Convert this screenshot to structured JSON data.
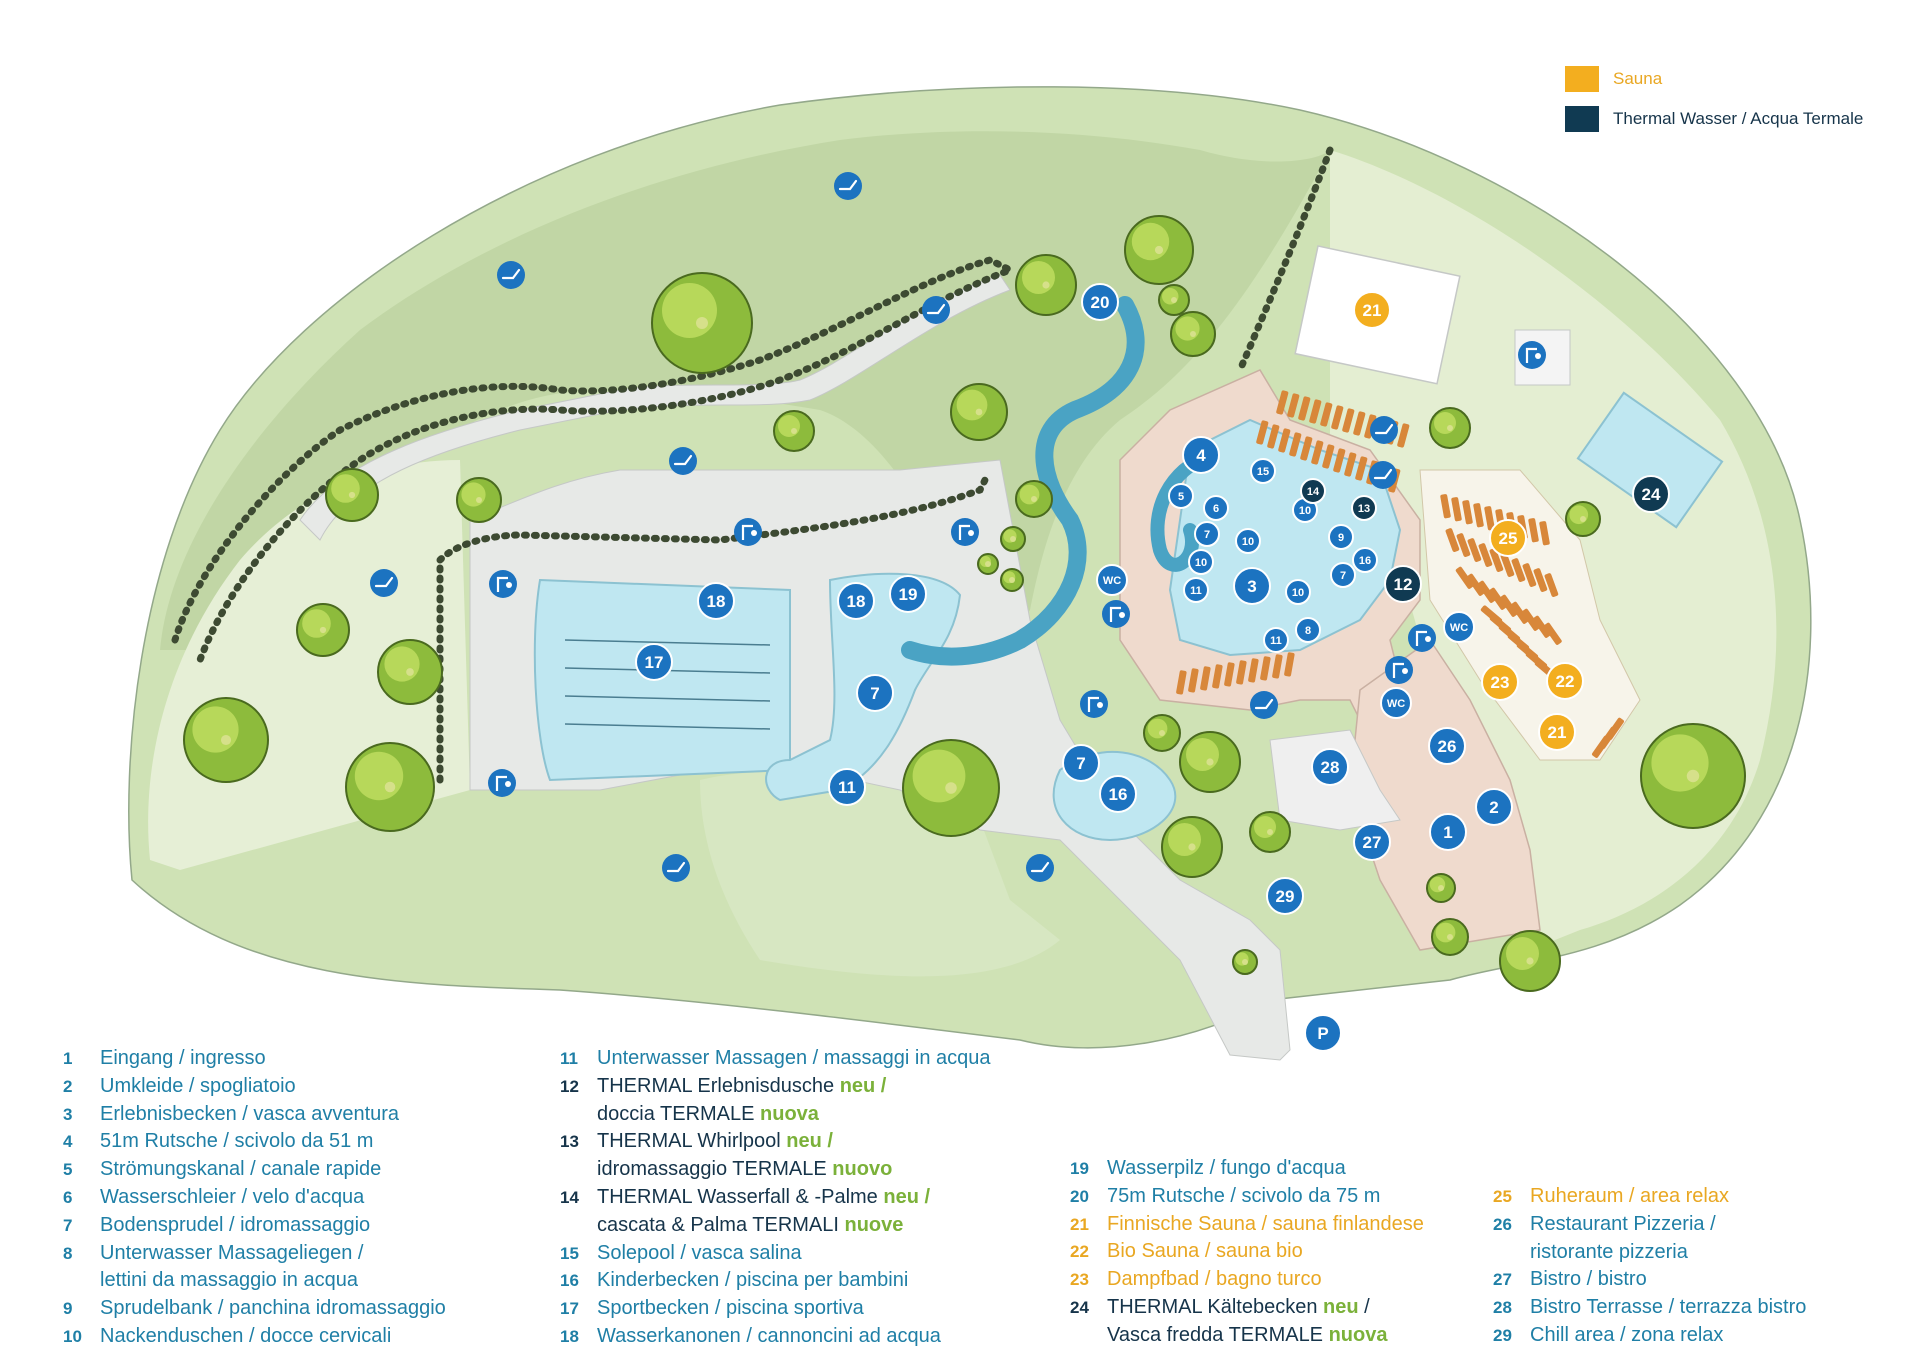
{
  "colors": {
    "sauna": "#f3ae1f",
    "thermal": "#103a52",
    "pool_marker": "#1c73c0",
    "key_text": "#1f7fa6",
    "key_new": "#7bb13a",
    "grass_dark": "#c4d9a8",
    "grass_light": "#e3edd0",
    "path": "#e6e8e6",
    "water": "#bde6f0",
    "slide": "#4aa3c4",
    "building": "#efd9cc"
  },
  "legend_top": [
    {
      "label": "Sauna",
      "kind": "sauna"
    },
    {
      "label": "Thermal Wasser / Acqua Termale",
      "kind": "thermal"
    }
  ],
  "map": {
    "markers": [
      {
        "n": "1",
        "kind": "blue",
        "size": "l"
      },
      {
        "n": "2",
        "kind": "blue",
        "size": "l"
      },
      {
        "n": "3",
        "kind": "blue",
        "size": "l"
      },
      {
        "n": "4",
        "kind": "blue",
        "size": "l"
      },
      {
        "n": "5",
        "kind": "blue",
        "size": "s"
      },
      {
        "n": "6",
        "kind": "blue",
        "size": "s"
      },
      {
        "n": "7",
        "kind": "blue",
        "size": "s"
      },
      {
        "n": "7",
        "kind": "blue",
        "size": "s"
      },
      {
        "n": "7",
        "kind": "blue",
        "size": "l"
      },
      {
        "n": "7",
        "kind": "blue",
        "size": "l"
      },
      {
        "n": "8",
        "kind": "blue",
        "size": "s"
      },
      {
        "n": "9",
        "kind": "blue",
        "size": "s"
      },
      {
        "n": "10",
        "kind": "blue",
        "size": "s"
      },
      {
        "n": "10",
        "kind": "blue",
        "size": "s"
      },
      {
        "n": "10",
        "kind": "blue",
        "size": "s"
      },
      {
        "n": "10",
        "kind": "blue",
        "size": "s"
      },
      {
        "n": "11",
        "kind": "blue",
        "size": "s"
      },
      {
        "n": "11",
        "kind": "blue",
        "size": "s"
      },
      {
        "n": "11",
        "kind": "blue",
        "size": "l"
      },
      {
        "n": "12",
        "kind": "thermal",
        "size": "l"
      },
      {
        "n": "13",
        "kind": "thermal",
        "size": "s"
      },
      {
        "n": "14",
        "kind": "thermal",
        "size": "s"
      },
      {
        "n": "15",
        "kind": "blue",
        "size": "s"
      },
      {
        "n": "16",
        "kind": "blue",
        "size": "s"
      },
      {
        "n": "16",
        "kind": "blue",
        "size": "l"
      },
      {
        "n": "17",
        "kind": "blue",
        "size": "l"
      },
      {
        "n": "18",
        "kind": "blue",
        "size": "l"
      },
      {
        "n": "18",
        "kind": "blue",
        "size": "l"
      },
      {
        "n": "19",
        "kind": "blue",
        "size": "l"
      },
      {
        "n": "20",
        "kind": "blue",
        "size": "l"
      },
      {
        "n": "21",
        "kind": "sauna",
        "size": "l"
      },
      {
        "n": "21",
        "kind": "sauna",
        "size": "l"
      },
      {
        "n": "22",
        "kind": "sauna",
        "size": "l"
      },
      {
        "n": "23",
        "kind": "sauna",
        "size": "l"
      },
      {
        "n": "24",
        "kind": "thermal",
        "size": "l"
      },
      {
        "n": "25",
        "kind": "sauna",
        "size": "l"
      },
      {
        "n": "26",
        "kind": "blue",
        "size": "l"
      },
      {
        "n": "27",
        "kind": "blue",
        "size": "l"
      },
      {
        "n": "28",
        "kind": "blue",
        "size": "l"
      },
      {
        "n": "29",
        "kind": "blue",
        "size": "l"
      },
      {
        "n": "P",
        "kind": "blue",
        "size": "l"
      }
    ],
    "wc_label": "WC",
    "icons": {
      "lounger": "sun-lounger-icon",
      "shower": "shower-icon"
    }
  },
  "key_columns": [
    [
      {
        "n": "1",
        "parts": [
          {
            "t": "Eingang / ingresso"
          }
        ]
      },
      {
        "n": "2",
        "parts": [
          {
            "t": "Umkleide / spogliatoio"
          }
        ]
      },
      {
        "n": "3",
        "parts": [
          {
            "t": "Erlebnisbecken / vasca avventura"
          }
        ]
      },
      {
        "n": "4",
        "parts": [
          {
            "t": "51m Rutsche / scivolo da 51 m"
          }
        ]
      },
      {
        "n": "5",
        "parts": [
          {
            "t": "Strömungskanal / canale rapide"
          }
        ]
      },
      {
        "n": "6",
        "parts": [
          {
            "t": "Wasserschleier / velo d'acqua"
          }
        ]
      },
      {
        "n": "7",
        "parts": [
          {
            "t": "Bodensprudel / idromassaggio"
          }
        ]
      },
      {
        "n": "8",
        "parts": [
          {
            "t": "Unterwasser Massageliegen /"
          }
        ],
        "line2": [
          {
            "t": "lettini da massaggio in acqua"
          }
        ]
      },
      {
        "n": "9",
        "parts": [
          {
            "t": "Sprudelbank / panchina idromassaggio"
          }
        ]
      },
      {
        "n": "10",
        "parts": [
          {
            "t": "Nackenduschen / docce cervicali"
          }
        ]
      }
    ],
    [
      {
        "n": "11",
        "parts": [
          {
            "t": "Unterwasser Massagen / massaggi in acqua"
          }
        ]
      },
      {
        "n": "12",
        "style": "dark",
        "parts": [
          {
            "t": "THERMAL Erlebnisdusche "
          },
          {
            "t": "neu /",
            "g": true
          }
        ],
        "line2": [
          {
            "t": "doccia TERMALE "
          },
          {
            "t": "nuova",
            "g": true
          }
        ]
      },
      {
        "n": "13",
        "style": "dark",
        "parts": [
          {
            "t": "THERMAL Whirlpool "
          },
          {
            "t": "neu /",
            "g": true
          }
        ],
        "line2": [
          {
            "t": "idromassaggio TERMALE "
          },
          {
            "t": "nuovo",
            "g": true
          }
        ]
      },
      {
        "n": "14",
        "style": "dark",
        "parts": [
          {
            "t": "THERMAL Wasserfall & -Palme "
          },
          {
            "t": "neu /",
            "g": true
          }
        ],
        "line2": [
          {
            "t": "cascata & Palma TERMALI "
          },
          {
            "t": "nuove",
            "g": true
          }
        ]
      },
      {
        "n": "15",
        "parts": [
          {
            "t": "Solepool / vasca salina"
          }
        ]
      },
      {
        "n": "16",
        "parts": [
          {
            "t": "Kinderbecken / piscina per bambini"
          }
        ]
      },
      {
        "n": "17",
        "parts": [
          {
            "t": "Sportbecken / piscina sportiva"
          }
        ]
      },
      {
        "n": "18",
        "parts": [
          {
            "t": "Wasserkanonen / cannoncini ad acqua"
          }
        ]
      }
    ],
    [
      {
        "n": "19",
        "parts": [
          {
            "t": "Wasserpilz / fungo d'acqua"
          }
        ]
      },
      {
        "n": "20",
        "parts": [
          {
            "t": "75m Rutsche / scivolo da 75 m"
          }
        ]
      },
      {
        "n": "21",
        "style": "sauna",
        "parts": [
          {
            "t": "Finnische Sauna / sauna finlandese"
          }
        ]
      },
      {
        "n": "22",
        "style": "sauna",
        "parts": [
          {
            "t": "Bio Sauna / sauna bio"
          }
        ]
      },
      {
        "n": "23",
        "style": "sauna",
        "parts": [
          {
            "t": "Dampfbad / bagno turco"
          }
        ]
      },
      {
        "n": "24",
        "style": "dark",
        "parts": [
          {
            "t": "THERMAL Kältebecken "
          },
          {
            "t": "neu",
            "g": true
          },
          {
            "t": " /"
          }
        ],
        "line2": [
          {
            "t": "Vasca fredda TERMALE "
          },
          {
            "t": "nuova",
            "g": true
          }
        ]
      }
    ],
    [
      {
        "n": "25",
        "style": "sauna",
        "parts": [
          {
            "t": "Ruheraum / area relax"
          }
        ]
      },
      {
        "n": "26",
        "parts": [
          {
            "t": "Restaurant Pizzeria /"
          }
        ],
        "line2": [
          {
            "t": "ristorante pizzeria"
          }
        ]
      },
      {
        "n": "27",
        "parts": [
          {
            "t": "Bistro / bistro"
          }
        ]
      },
      {
        "n": "28",
        "parts": [
          {
            "t": "Bistro Terrasse / terrazza bistro"
          }
        ]
      },
      {
        "n": "29",
        "parts": [
          {
            "t": "Chill area / zona relax"
          }
        ]
      }
    ]
  ]
}
